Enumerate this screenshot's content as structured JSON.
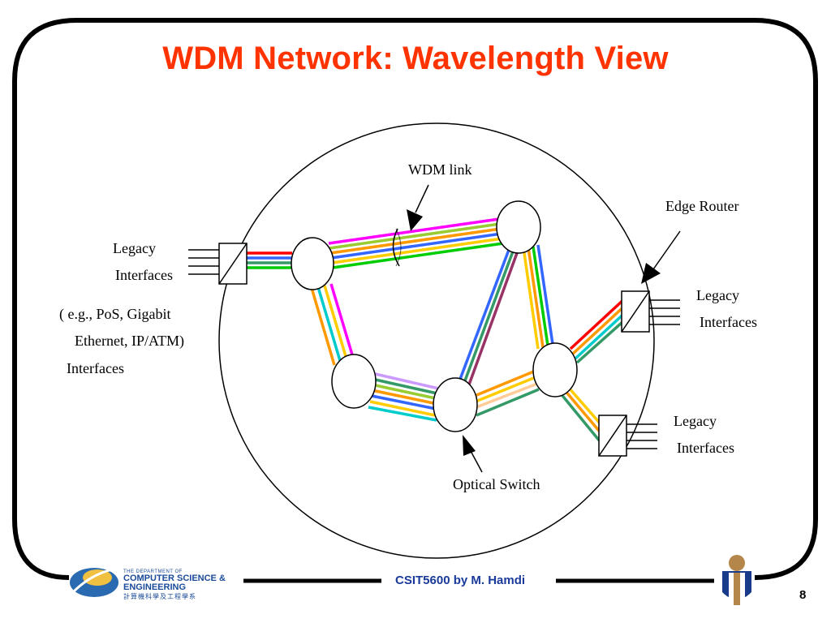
{
  "slide": {
    "title": "WDM Network: Wavelength View",
    "footer": "CSIT5600 by M. Hamdi",
    "page_number": "8"
  },
  "department_logo": {
    "line1": "THE DEPARTMENT OF",
    "line2": "COMPUTER SCIENCE &",
    "line3": "ENGINEERING",
    "line4": "計算機科學及工程學系"
  },
  "labels": {
    "wdm_link": "WDM link",
    "edge_router": "Edge Router",
    "optical_switch": "Optical Switch",
    "legacy_left_1": "Legacy",
    "legacy_left_2": "Interfaces",
    "example_1": "( e.g.,    PoS, Gigabit",
    "example_2": "Ethernet, IP/ATM)",
    "example_3": "Interfaces",
    "legacy_right_top_1": "Legacy",
    "legacy_right_top_2": "Interfaces",
    "legacy_right_bottom_1": "Legacy",
    "legacy_right_bottom_2": "Interfaces"
  },
  "colors": {
    "title": "#ff3300",
    "footer_text": "#1a3a9a",
    "wavelengths": [
      "#ff00ff",
      "#99cc33",
      "#ff9900",
      "#3366ff",
      "#00cc00",
      "#ff0000",
      "#00cccc",
      "#339966",
      "#993366",
      "#cc99ff",
      "#ffcc99",
      "#ffcc00"
    ]
  }
}
